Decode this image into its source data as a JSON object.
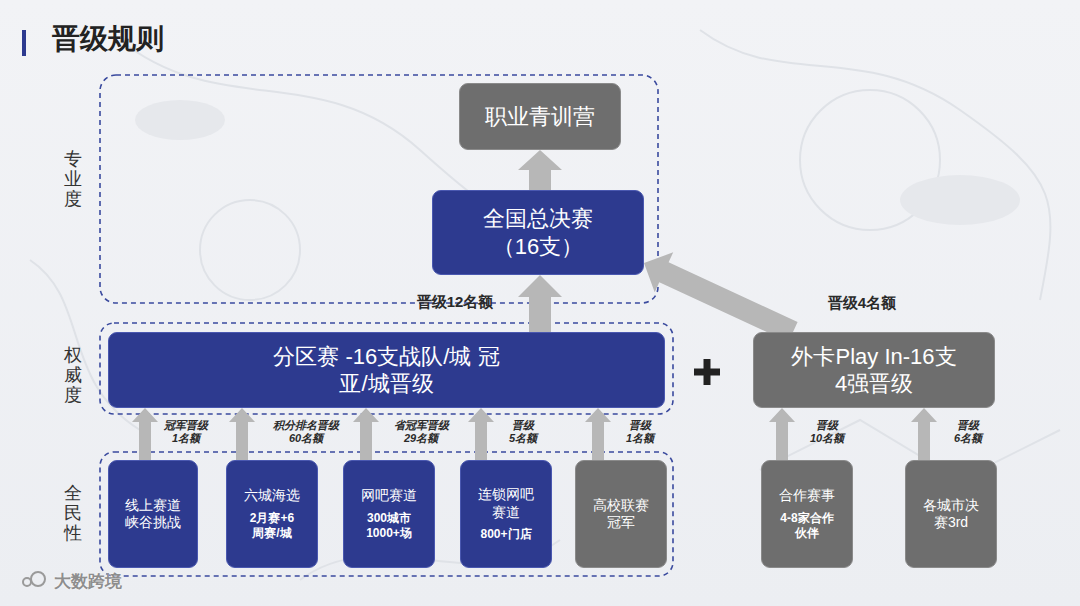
{
  "diagram": {
    "title": "晋级规则",
    "nodes": [
      {
        "text": [
          "职业青训营"
        ]
      },
      {
        "text": [
          "全国总决赛 （16支）"
        ]
      },
      {
        "text": [
          "分区赛 -16支战队/城 冠亚/城晋级"
        ]
      },
      {
        "text": [
          "外卡Play In-16支 4强晋级"
        ]
      },
      {
        "text": [
          "线上赛道 峡谷挑战"
        ]
      },
      {
        "text": [
          "六城海选",
          "2月赛+6 周赛/城"
        ]
      },
      {
        "text": [
          "网吧赛道",
          "300城市 1000+场"
        ]
      },
      {
        "text": [
          "连锁网吧 赛道",
          "800+门店"
        ]
      },
      {
        "text": [
          "高校联赛 冠军"
        ]
      },
      {
        "text": [
          "合作赛事",
          "4-8家合作 伙伴"
        ]
      },
      {
        "text": [
          "各城市决 赛3rd"
        ]
      }
    ],
    "edges": [
      {
        "from": 1,
        "to": 0,
        "arrow": "to"
      },
      {
        "from": 2,
        "to": 1,
        "label": "晋级12名额",
        "arrow": "to"
      },
      {
        "from": 3,
        "to": 1,
        "label": "晋级4名额",
        "arrow": "to"
      },
      {
        "from": 4,
        "to": 2,
        "label": "冠军晋级 1名额",
        "arrow": "to"
      },
      {
        "from": 5,
        "to": 2,
        "label": "积分排名晋级 60名额",
        "arrow": "to"
      },
      {
        "from": 6,
        "to": 2,
        "label": "省冠军晋级 29名额",
        "arrow": "to"
      },
      {
        "from": 7,
        "to": 2,
        "label": "晋级 5名额",
        "arrow": "to"
      },
      {
        "from": 8,
        "to": 2,
        "label": "晋级 1名额",
        "arrow": "to"
      },
      {
        "from": 9,
        "to": 3,
        "label": "晋级 10名额",
        "arrow": "to"
      },
      {
        "from": 10,
        "to": 3,
        "label": "晋级 6名额",
        "arrow": "to"
      }
    ],
    "labels": [
      "专业度",
      "权威度",
      "全民性",
      "大数跨境"
    ]
  }
}
